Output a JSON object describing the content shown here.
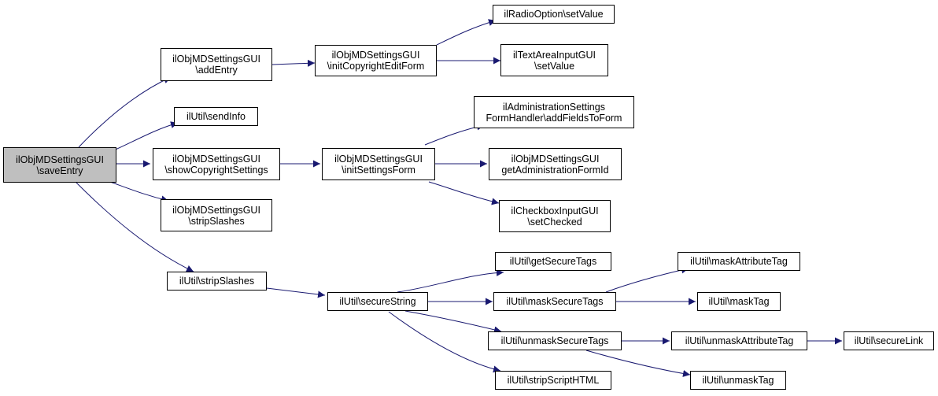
{
  "colors": {
    "edge": "#191970",
    "root_fill": "#bfbfbf",
    "node_fill": "#ffffff",
    "border": "#000000"
  },
  "nodes": {
    "saveEntry": {
      "line1": "ilObjMDSettingsGUI",
      "line2": "\\saveEntry"
    },
    "addEntry": {
      "line1": "ilObjMDSettingsGUI",
      "line2": "\\addEntry"
    },
    "initCopyrightEditForm": {
      "line1": "ilObjMDSettingsGUI",
      "line2": "\\initCopyrightEditForm"
    },
    "radioSetValue": {
      "line1": "ilRadioOption\\setValue"
    },
    "textAreaSetValue": {
      "line1": "ilTextAreaInputGUI",
      "line2": "\\setValue"
    },
    "sendInfo": {
      "line1": "ilUtil\\sendInfo"
    },
    "showCopyrightSettings": {
      "line1": "ilObjMDSettingsGUI",
      "line2": "\\showCopyrightSettings"
    },
    "initSettingsForm": {
      "line1": "ilObjMDSettingsGUI",
      "line2": "\\initSettingsForm"
    },
    "addFieldsToForm": {
      "line1": "ilAdministrationSettings",
      "line2": "FormHandler\\addFieldsToForm"
    },
    "getAdministrationFormId": {
      "line1": "ilObjMDSettingsGUI",
      "line2": "getAdministrationFormId"
    },
    "checkboxSetChecked": {
      "line1": "ilCheckboxInputGUI",
      "line2": "\\setChecked"
    },
    "mdStripSlashes": {
      "line1": "ilObjMDSettingsGUI",
      "line2": "\\stripSlashes"
    },
    "utilStripSlashes": {
      "line1": "ilUtil\\stripSlashes"
    },
    "secureString": {
      "line1": "ilUtil\\secureString"
    },
    "getSecureTags": {
      "line1": "ilUtil\\getSecureTags"
    },
    "maskSecureTags": {
      "line1": "ilUtil\\maskSecureTags"
    },
    "unmaskSecureTags": {
      "line1": "ilUtil\\unmaskSecureTags"
    },
    "stripScriptHTML": {
      "line1": "ilUtil\\stripScriptHTML"
    },
    "maskAttributeTag": {
      "line1": "ilUtil\\maskAttributeTag"
    },
    "maskTag": {
      "line1": "ilUtil\\maskTag"
    },
    "unmaskAttributeTag": {
      "line1": "ilUtil\\unmaskAttributeTag"
    },
    "unmaskTag": {
      "line1": "ilUtil\\unmaskTag"
    },
    "secureLink": {
      "line1": "ilUtil\\secureLink"
    }
  }
}
